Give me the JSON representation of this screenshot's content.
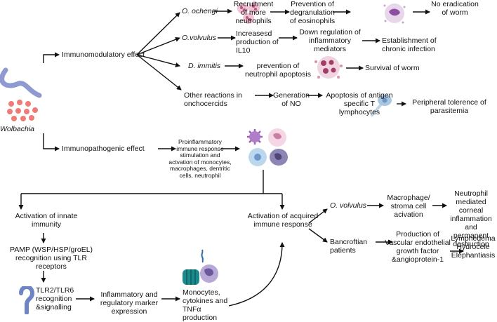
{
  "root": {
    "label": "Wolbachia"
  },
  "immunomodulatory": {
    "label": "Immunomodulatory effect",
    "rows": [
      {
        "organism": "O. ochengi",
        "steps": [
          "Recruitment of more neutrophils",
          "Prevention of degranulation of eosinophils",
          "No eradication of worm"
        ]
      },
      {
        "organism": "O.volvulus",
        "steps": [
          "Increasesd production of IL10",
          "Down regulation of inflammatory mediators",
          "Establishment of chronic infection"
        ]
      },
      {
        "organism": "D. immitis",
        "steps": [
          "prevention of neutrophil apoptosis",
          "Survival of worm"
        ]
      },
      {
        "organism": "Other reactions in onchocercids",
        "steps": [
          "Generation of NO",
          "Apoptosis of antigen specific T lymphocytes",
          "Peripheral tolerence of parasitemia"
        ]
      }
    ]
  },
  "immunopathogenic": {
    "label": "Immunopathogenic effect",
    "description": "Proinflammatory immune response stimulation and actvation of monocytes, macrophages, dentritic cells, neutrophil"
  },
  "innate": {
    "title": "Activation of innate immunity",
    "pamp": "PAMP (WSP/HSP/groEL) recognition using TLR receptors",
    "tlr": "TLR2/TLR6 recognition &signalling",
    "marker": "Inflammatory and regulatory marker expression",
    "monocytes": "Monocytes, cytokines and TNFα production"
  },
  "acquired": {
    "title": "Activation of acquired immune response",
    "branches": [
      {
        "organism": "O. volvulus",
        "step": "Macrophage/ stroma cell acivation",
        "result": "Neutrophil mediated corneal inflammation and permanent destruction"
      },
      {
        "organism": "Bancroftian patients",
        "step": "Production of Vascular endothelial growth factor &angioprotein-1",
        "result": "Lymphedema Hydrocele Elephantiasis"
      }
    ]
  }
}
